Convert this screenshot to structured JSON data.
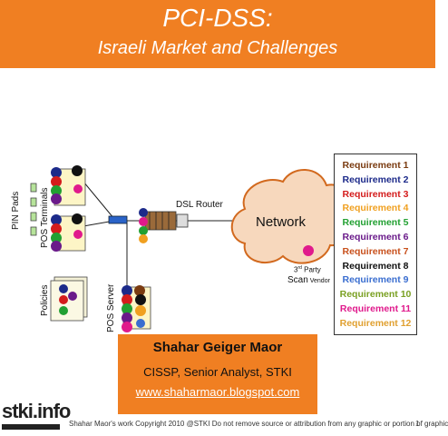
{
  "header": {
    "title": "PCI-DSS:",
    "subtitle": "Israeli Market and Challenges"
  },
  "diagram": {
    "pin_pads_label": "PIN Pads",
    "pos_terminals_label": "POS Terminals",
    "policies_label": "Policies",
    "pos_server_label": "POS Server",
    "router_label": "DSL Router",
    "network_label": "Network",
    "third_party": "3",
    "third_party_sup": "rd",
    "third_party_rest": " Party",
    "scan_vendor_main": "Scan",
    "scan_vendor_small": " Vendor"
  },
  "requirements": [
    {
      "label": "Requirement 1",
      "color": "#7a3b10"
    },
    {
      "label": "Requirement 2",
      "color": "#1c2a8a"
    },
    {
      "label": "Requirement 3",
      "color": "#d41c1c"
    },
    {
      "label": "Requirement 4",
      "color": "#f0a020"
    },
    {
      "label": "Requirement 5",
      "color": "#22a032"
    },
    {
      "label": "Requirement 6",
      "color": "#6a1a8a"
    },
    {
      "label": "Requirement 7",
      "color": "#c8501c"
    },
    {
      "label": "Requirement 8",
      "color": "#111111"
    },
    {
      "label": "Requirement 9",
      "color": "#3a6ed0"
    },
    {
      "label": "Requirement 10",
      "color": "#7aa022"
    },
    {
      "label": "Requirement 11",
      "color": "#e01a8c"
    },
    {
      "label": "Requirement 12",
      "color": "#e0a030"
    }
  ],
  "author": {
    "name": "Shahar Geiger Maor",
    "title": "CISSP, Senior Analyst, STKI",
    "url": "www.shaharmaor.blogspot.com"
  },
  "logo": {
    "text": "stki.info"
  },
  "footer": {
    "text": "Shahar Maor's work  Copyright 2010 @STKI    Do not remove source or attribution from any graphic or portion of graphic",
    "page": "1"
  }
}
